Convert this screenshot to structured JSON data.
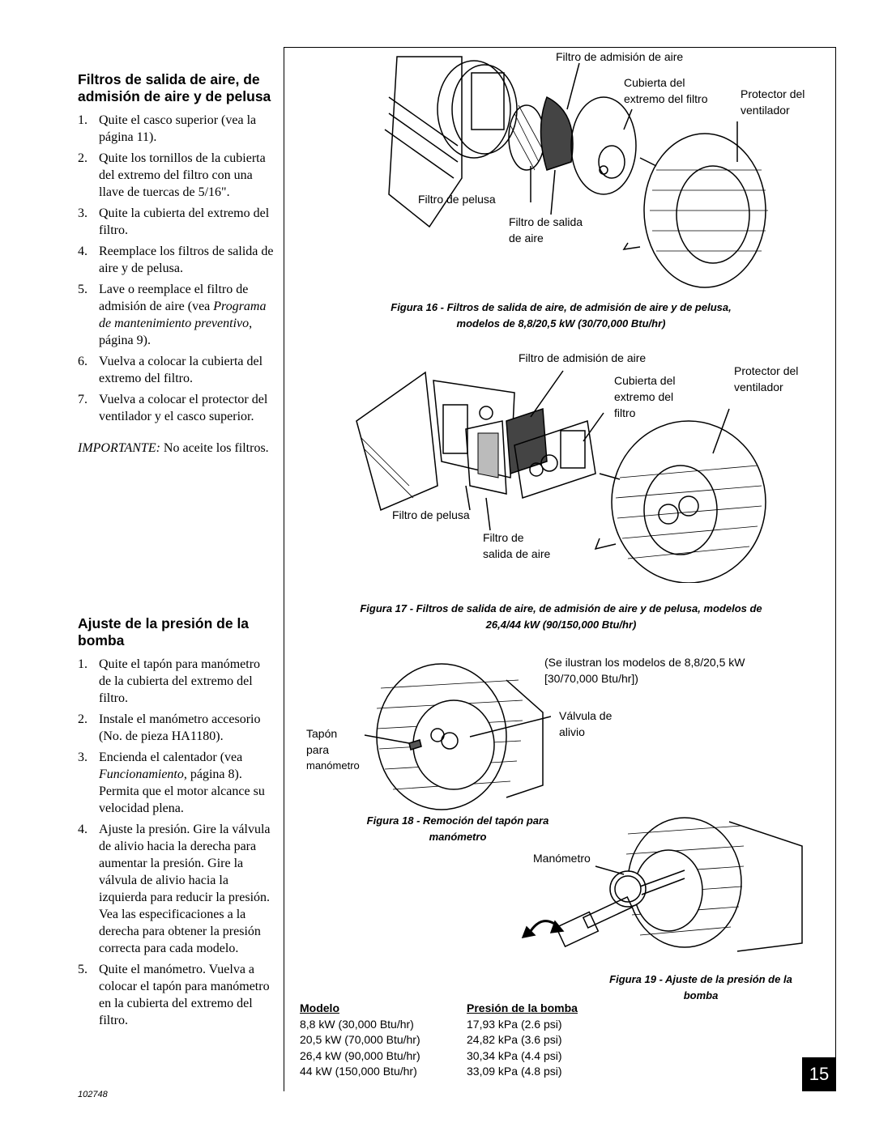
{
  "section1": {
    "title": "Filtros de salida de aire, de admisión de aire y de pelusa",
    "steps": [
      {
        "num": "1.",
        "text": "Quite el casco superior (vea la página 11)."
      },
      {
        "num": "2.",
        "text": "Quite los tornillos de la cubierta del extremo del filtro con una llave de tuercas de 5/16\"."
      },
      {
        "num": "3.",
        "text": "Quite la cubierta del extremo del filtro."
      },
      {
        "num": "4.",
        "text": "Reemplace los filtros de salida de aire y de pelusa."
      },
      {
        "num": "5.",
        "text_before": "Lave o reemplace el filtro de admisión de aire (vea ",
        "text_italic": "Programa de mantenimiento preventivo",
        "text_after": ", página 9)."
      },
      {
        "num": "6.",
        "text": "Vuelva a colocar la cubierta del extremo del filtro."
      },
      {
        "num": "7.",
        "text": "Vuelva a colocar el protector del ventilador y el casco superior."
      }
    ],
    "important_label": "IMPORTANTE:",
    "important_text": " No aceite los filtros."
  },
  "section2": {
    "title": "Ajuste de la presión de la bomba",
    "steps": [
      {
        "num": "1.",
        "text": "Quite el tapón para manómetro de la cubierta del extremo del filtro."
      },
      {
        "num": "2.",
        "text": "Instale el manómetro accesorio (No. de pieza HA1180)."
      },
      {
        "num": "3.",
        "text_before": "Encienda el calentador (vea ",
        "text_italic": "Funcionamiento",
        "text_after": ", página 8). Permita que el motor alcance su velocidad plena."
      },
      {
        "num": "4.",
        "text": "Ajuste la presión. Gire la válvula de alivio hacia la derecha para aumentar la presión. Gire la válvula de alivio hacia la izquierda para reducir la presión. Vea las especificaciones a la derecha para obtener la presión correcta para cada modelo."
      },
      {
        "num": "5.",
        "text": "Quite el manómetro. Vuelva a colocar el tapón para manómetro en la cubierta del extremo del filtro."
      }
    ]
  },
  "fig16": {
    "labels": {
      "intake": "Filtro de admisión de aire",
      "cover_1": "Cubierta del",
      "cover_2": "extremo del filtro",
      "guard_1": "Protector del",
      "guard_2": "ventilador",
      "lint": "Filtro de pelusa",
      "outlet_1": "Filtro de salida",
      "outlet_2": "de aire"
    },
    "caption_1": "Figura 16 - Filtros de salida de aire, de admisión de aire y de pelusa,",
    "caption_2": "modelos de 8,8/20,5 kW (30/70,000 Btu/hr)"
  },
  "fig17": {
    "labels": {
      "intake": "Filtro de admisión de aire",
      "cover_1": "Cubierta del",
      "cover_2": "extremo del",
      "cover_3": "filtro",
      "guard_1": "Protector del",
      "guard_2": "ventilador",
      "lint": "Filtro de pelusa",
      "outlet_1": "Filtro de",
      "outlet_2": "salida de aire"
    },
    "caption_1": "Figura 17 - Filtros de salida de aire, de admisión de aire y de pelusa, modelos de",
    "caption_2": "26,4/44 kW (90/150,000 Btu/hr)"
  },
  "fig18": {
    "note_1": "(Se ilustran los modelos de 8,8/20,5 kW",
    "note_2": "[30/70,000 Btu/hr])",
    "plug_1": "Tapón",
    "plug_2": "para",
    "plug_3": "manómetro",
    "valve_1": "Válvula de",
    "valve_2": "alivio",
    "caption_1": "Figura 18 - Remoción del tapón para",
    "caption_2": "manómetro"
  },
  "fig19": {
    "gauge": "Manómetro",
    "caption_1": "Figura 19 - Ajuste de la presión de la",
    "caption_2": "bomba"
  },
  "specs": {
    "header_model": "Modelo",
    "header_pressure": "Presión de la bomba",
    "rows": [
      {
        "model": "8,8 kW (30,000 Btu/hr)",
        "pressure": "17,93 kPa (2.6 psi)"
      },
      {
        "model": "20,5 kW (70,000 Btu/hr)",
        "pressure": "24,82 kPa (3.6 psi)"
      },
      {
        "model": "26,4 kW (90,000 Btu/hr)",
        "pressure": "30,34 kPa (4.4 psi)"
      },
      {
        "model": "44 kW (150,000 Btu/hr)",
        "pressure": "33,09 kPa (4.8 psi)"
      }
    ]
  },
  "page_number": "15",
  "doc_number": "102748"
}
